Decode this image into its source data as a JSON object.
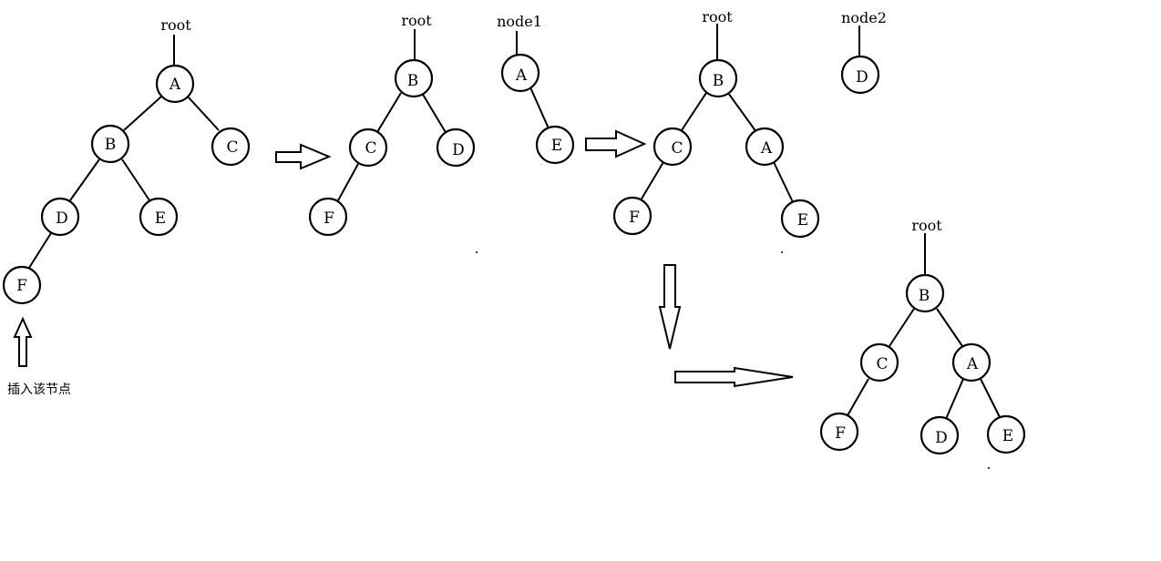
{
  "diagram": {
    "pointers": {
      "root": "root",
      "node1": "node1",
      "node2": "node2"
    },
    "caption": "插入该节点",
    "colors": {
      "stroke": "#000000",
      "fill": "#ffffff"
    },
    "trees": [
      {
        "nodes": [
          "A",
          "B",
          "C",
          "D",
          "E",
          "F"
        ],
        "edges": [
          [
            "A",
            "B"
          ],
          [
            "A",
            "C"
          ],
          [
            "B",
            "D"
          ],
          [
            "B",
            "E"
          ],
          [
            "D",
            "F"
          ]
        ]
      },
      {
        "nodes": [
          "B",
          "C",
          "D",
          "F"
        ],
        "edges": [
          [
            "B",
            "C"
          ],
          [
            "B",
            "D"
          ],
          [
            "C",
            "F"
          ]
        ]
      },
      {
        "nodes": [
          "A",
          "E"
        ],
        "edges": [
          [
            "A",
            "E"
          ]
        ]
      },
      {
        "nodes": [
          "B",
          "C",
          "A",
          "F",
          "E"
        ],
        "edges": [
          [
            "B",
            "C"
          ],
          [
            "B",
            "A"
          ],
          [
            "C",
            "F"
          ],
          [
            "A",
            "E"
          ]
        ]
      },
      {
        "nodes": [
          "D"
        ],
        "edges": []
      },
      {
        "nodes": [
          "B",
          "C",
          "A",
          "F",
          "D",
          "E"
        ],
        "edges": [
          [
            "B",
            "C"
          ],
          [
            "B",
            "A"
          ],
          [
            "C",
            "F"
          ],
          [
            "A",
            "D"
          ],
          [
            "A",
            "E"
          ]
        ]
      }
    ]
  }
}
